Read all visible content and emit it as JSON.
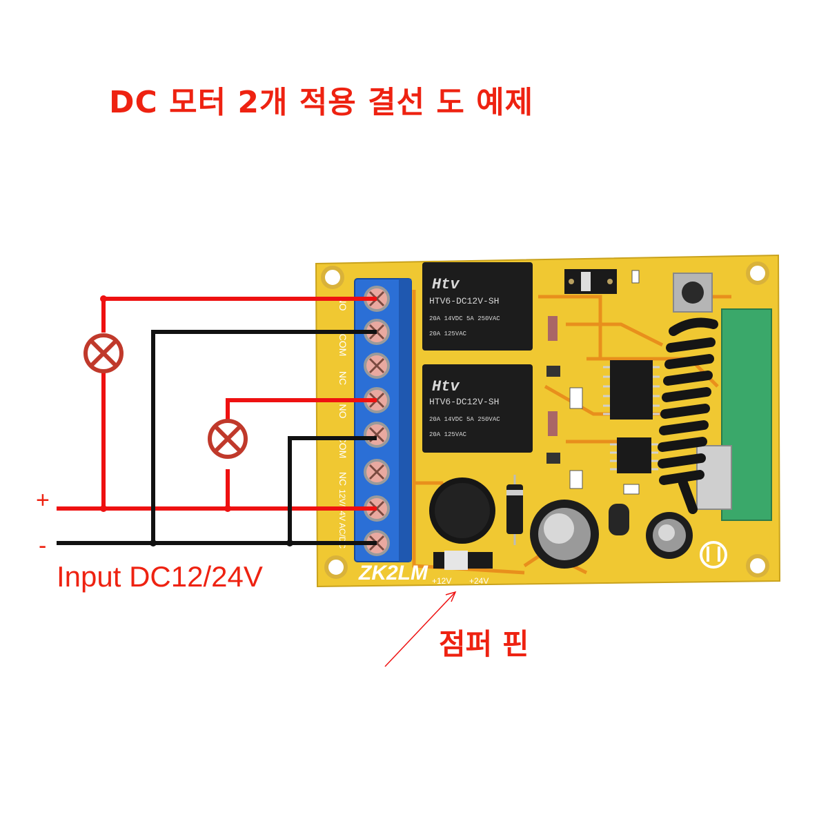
{
  "title": "DC 모터 2개 적용 결선 도 예제",
  "input_label": "Input DC12/24V",
  "plus_label": "+",
  "minus_label": "-",
  "jumper_label": "점퍼 핀",
  "board": {
    "brand": "ZK2LM",
    "jumper_12v": "+12V",
    "jumper_24v": "+24V",
    "relays": [
      {
        "logo": "Htv",
        "model": "HTV6-DC12V-SH",
        "rating1": "20A 14VDC  5A 250VAC",
        "rating2": "20A 125VAC"
      },
      {
        "logo": "Htv",
        "model": "HTV6-DC12V-SH",
        "rating1": "20A 14VDC  5A 250VAC",
        "rating2": "20A 125VAC"
      }
    ],
    "terminal_labels": [
      "NO",
      "COM",
      "NC",
      "NO",
      "COM",
      "NC",
      "12V/24V AC/DC"
    ]
  },
  "colors": {
    "wire_red": "#ee1111",
    "wire_black": "#111111",
    "lamp": "#c0392b",
    "board": "#f0c832",
    "terminal": "#2b6fd6"
  }
}
